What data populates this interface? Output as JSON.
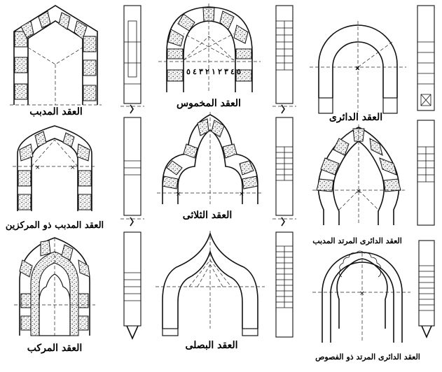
{
  "arches": [
    {
      "id": "pointed",
      "label": "العقد المدبب"
    },
    {
      "id": "five-centered",
      "label": "العقد المخموس",
      "ticks": [
        "٥",
        "٤",
        "٣",
        "٢",
        "١",
        "٢",
        "٣",
        "٤",
        "٥"
      ]
    },
    {
      "id": "circular",
      "label": "العقد الدائرى"
    },
    {
      "id": "pointed-two-centers",
      "label": "العقد المدبب ذو المركزين"
    },
    {
      "id": "trefoil",
      "label": "العقد الثلاثى"
    },
    {
      "id": "horseshoe-pointed",
      "label": "العقد الدائرى المرتد المدبب"
    },
    {
      "id": "compound",
      "label": "العقد المركب"
    },
    {
      "id": "onion",
      "label": "العقد البصلى"
    },
    {
      "id": "horseshoe-lobed",
      "label": "العقد الدائرى المرتد ذو الفصوص"
    }
  ]
}
